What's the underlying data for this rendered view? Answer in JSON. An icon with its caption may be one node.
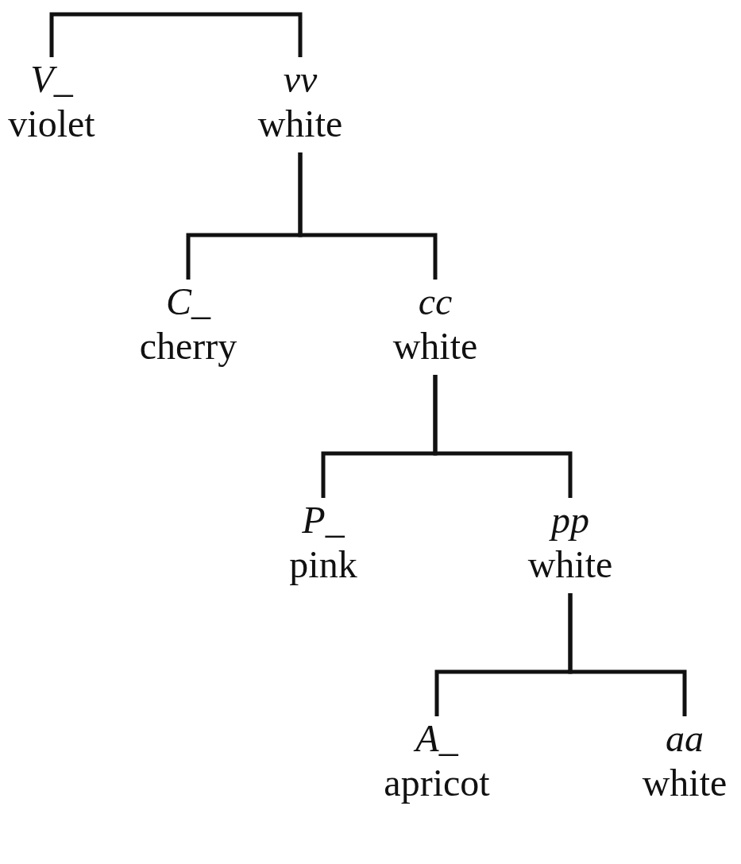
{
  "diagram": {
    "nodes": [
      {
        "text": [
          "V_",
          "violet"
        ]
      },
      {
        "text": [
          "vv",
          "white"
        ]
      },
      {
        "text": [
          "C_",
          "cherry"
        ]
      },
      {
        "text": [
          "cc",
          "white"
        ]
      },
      {
        "text": [
          "P_",
          "pink"
        ]
      },
      {
        "text": [
          "pp",
          "white"
        ]
      },
      {
        "text": [
          "A_",
          "apricot"
        ]
      },
      {
        "text": [
          "aa",
          "white"
        ]
      }
    ],
    "edges": [
      {
        "from": 0,
        "to": 1,
        "arrow": "none"
      },
      {
        "from": 1,
        "to": 2,
        "arrow": "none"
      },
      {
        "from": 1,
        "to": 3,
        "arrow": "none"
      },
      {
        "from": 3,
        "to": 4,
        "arrow": "none"
      },
      {
        "from": 3,
        "to": 5,
        "arrow": "none"
      },
      {
        "from": 5,
        "to": 6,
        "arrow": "none"
      },
      {
        "from": 5,
        "to": 7,
        "arrow": "none"
      }
    ]
  }
}
